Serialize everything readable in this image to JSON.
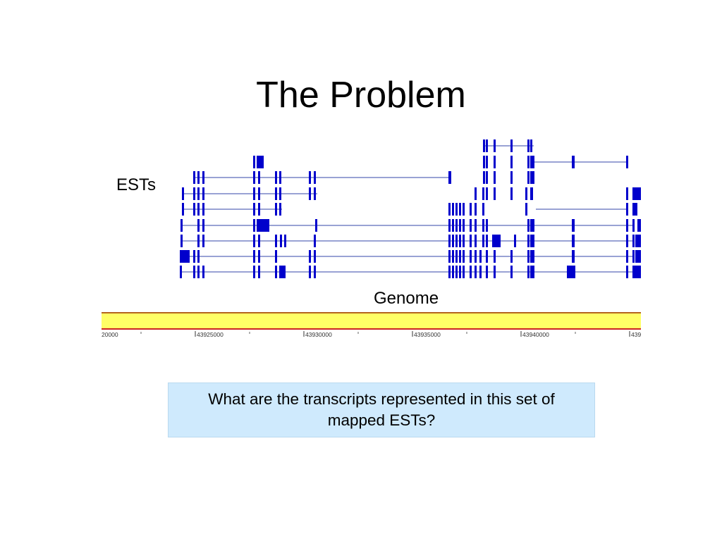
{
  "slide": {
    "title": "The Problem",
    "ests_label": "ESTs",
    "genome_label": "Genome",
    "question": "What are the transcripts represented in this set of mapped ESTs?"
  },
  "colors": {
    "exon": "#0000cc",
    "intron": "#3344aa",
    "genome_bar": "#ffff66",
    "genome_border_top": "#b5651d",
    "genome_border_bottom": "#cc2222",
    "box_fill": "#cfeafd"
  },
  "genome_axis": {
    "tick_labels": [
      "20000",
      "43925000",
      "43930000",
      "43935000",
      "43940000",
      "439"
    ]
  }
}
